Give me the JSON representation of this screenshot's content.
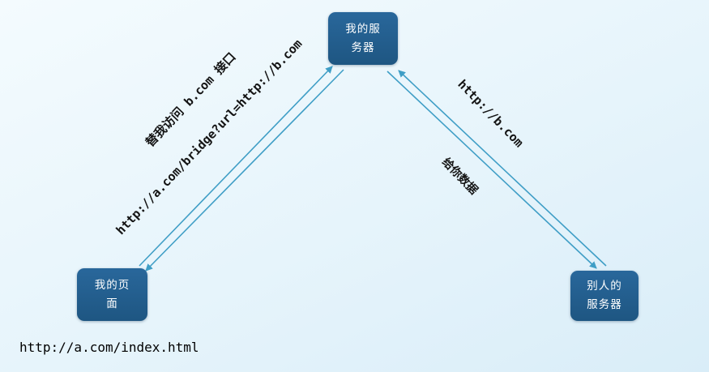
{
  "diagram": {
    "nodes": {
      "my_server": {
        "label": "我的服\n务器"
      },
      "my_page": {
        "label": "我的页\n面"
      },
      "other_server": {
        "label": "别人的\n服务器"
      }
    },
    "edge_labels": {
      "request_note": "替我访问 b.com 接口",
      "bridge_url": "http://a.com/bridge?url=http://b.com",
      "target_url": "http://b.com",
      "response_note": "给你数据"
    },
    "caption": "http://a.com/index.html",
    "colors": {
      "node_background": "#235d8c",
      "node_text": "#ffffff",
      "arrow": "#3f9ec6",
      "label_text": "#141414",
      "background_top": "#f4fbfe",
      "background_bottom": "#d9edf8"
    }
  }
}
